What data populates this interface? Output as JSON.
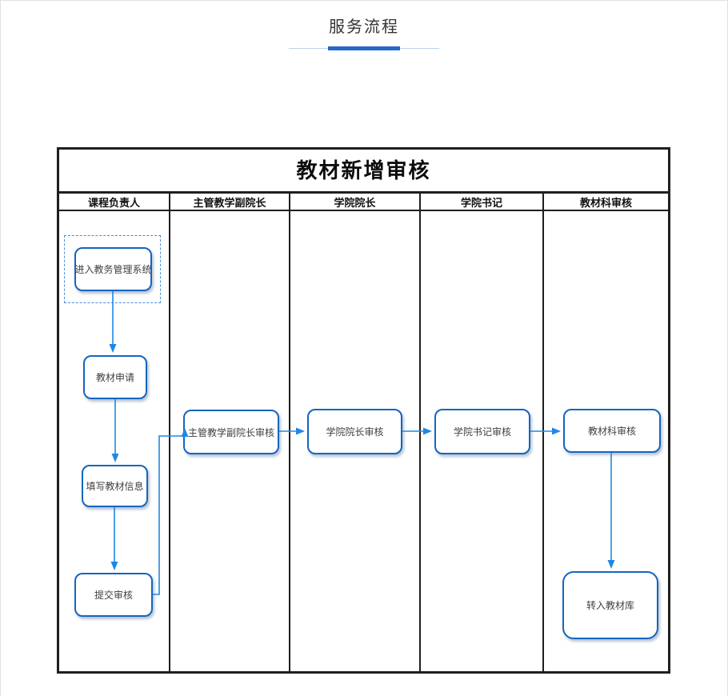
{
  "page": {
    "title": "服务流程"
  },
  "flowchart": {
    "title": "教材新增审核",
    "lanes": [
      "课程负责人",
      "主管教学副院长",
      "学院院长",
      "学院书记",
      "教材科审核"
    ],
    "nodes": {
      "enter": "进入教务管理系统",
      "apply": "教材申请",
      "fill": "填写教材信息",
      "submit": "提交审核",
      "vice_dean": "主管教学副院长审核",
      "dean": "学院院长审核",
      "secretary": "学院书记审核",
      "section": "教材科审核",
      "library": "转入教材库"
    },
    "edges": [
      {
        "from": "进入教务管理系统",
        "to": "教材申请"
      },
      {
        "from": "教材申请",
        "to": "填写教材信息"
      },
      {
        "from": "填写教材信息",
        "to": "提交审核"
      },
      {
        "from": "提交审核",
        "to": "主管教学副院长审核"
      },
      {
        "from": "主管教学副院长审核",
        "to": "学院院长审核"
      },
      {
        "from": "学院院长审核",
        "to": "学院书记审核"
      },
      {
        "from": "学院书记审核",
        "to": "教材科审核"
      },
      {
        "from": "教材科审核",
        "to": "转入教材库"
      }
    ],
    "colors": {
      "node_border": "#1565c0",
      "connector": "#1e88e5",
      "dashed_group_border": "#4a90d9",
      "frame": "#1f1f1f",
      "title_accent_bar": "#2767c8",
      "title_thin_line": "#bcd3ec",
      "page_title_text": "#333333"
    }
  }
}
